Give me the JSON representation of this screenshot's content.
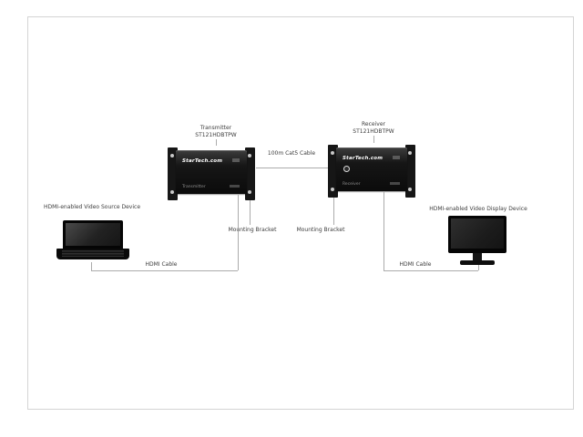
{
  "page": {
    "background": "#ffffff",
    "frame_border": "#d4d4d4",
    "line_color": "#ababab",
    "text_color": "#3c3c3c",
    "device_color": "#161616"
  },
  "devices": {
    "transmitter": {
      "title": "Transmitter",
      "model": "ST121HDBTPW",
      "brand": "StarTech.com"
    },
    "receiver": {
      "title": "Receiver",
      "model": "ST121HDBTPW",
      "brand": "StarTech.com"
    },
    "source": {
      "label": "HDMI-enabled Video Source Device"
    },
    "display": {
      "label": "HDMI-enabled Video Display Device"
    }
  },
  "connections": {
    "cat5": {
      "label": "100m Cat5 Cable"
    },
    "hdmi_source": {
      "label": "HDMI Cable"
    },
    "hdmi_display": {
      "label": "HDMI Cable"
    }
  },
  "callouts": {
    "bracket_left": {
      "label": "Mounting Bracket"
    },
    "bracket_right": {
      "label": "Mounting Bracket"
    }
  }
}
